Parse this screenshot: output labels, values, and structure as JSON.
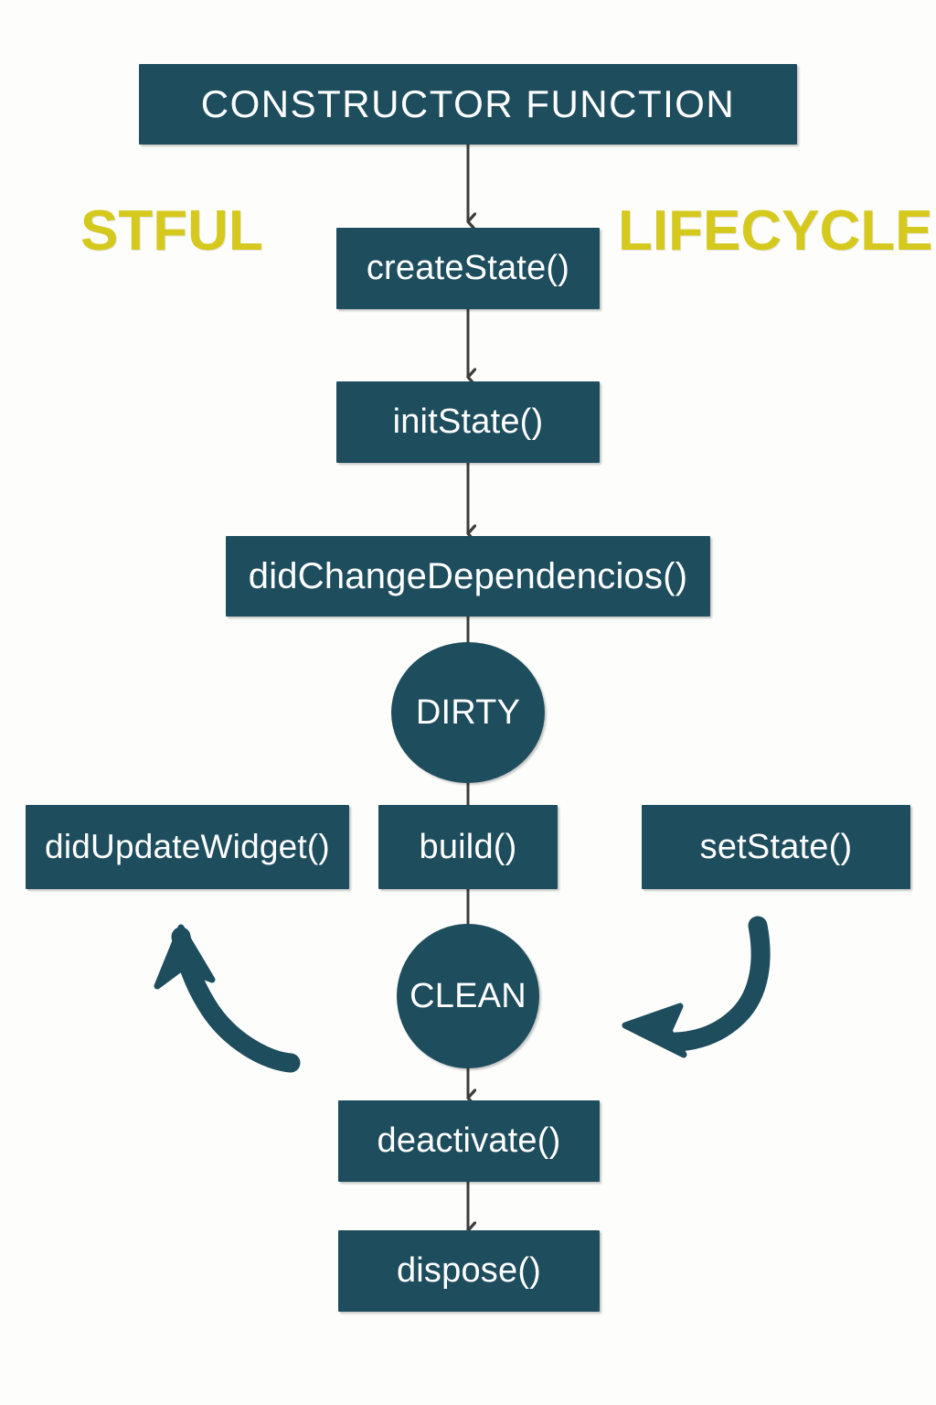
{
  "diagram": {
    "title_label": "CONSTRUCTOR FUNCTION",
    "side_labels": {
      "left": "STFUL",
      "right": "LIFECYCLE"
    },
    "colors": {
      "node_fill": "#1e4d5e",
      "node_text": "#ffffff",
      "accent_yellow": "#d6c91d",
      "background": "#fdfdfb",
      "connector": "#3d3d3d"
    },
    "nodes": [
      {
        "id": "constructor",
        "label": "CONSTRUCTOR FUNCTION",
        "shape": "rect"
      },
      {
        "id": "createState",
        "label": "createState()",
        "shape": "rect"
      },
      {
        "id": "initState",
        "label": "initState()",
        "shape": "rect"
      },
      {
        "id": "didChangeDeps",
        "label": "didChangeDependencios()",
        "shape": "rect"
      },
      {
        "id": "dirty",
        "label": "DIRTY",
        "shape": "circle"
      },
      {
        "id": "didUpdate",
        "label": "didUpdateWidget()",
        "shape": "rect"
      },
      {
        "id": "build",
        "label": "build()",
        "shape": "rect"
      },
      {
        "id": "setState",
        "label": "setState()",
        "shape": "rect"
      },
      {
        "id": "clean",
        "label": "CLEAN",
        "shape": "circle"
      },
      {
        "id": "deactivate",
        "label": "deactivate()",
        "shape": "rect"
      },
      {
        "id": "dispose",
        "label": "dispose()",
        "shape": "rect"
      }
    ],
    "edges": [
      {
        "from": "constructor",
        "to": "createState",
        "style": "straight-arrow"
      },
      {
        "from": "createState",
        "to": "initState",
        "style": "straight-arrow"
      },
      {
        "from": "initState",
        "to": "didChangeDeps",
        "style": "straight-arrow"
      },
      {
        "from": "didChangeDeps",
        "to": "dirty",
        "style": "straight-line"
      },
      {
        "from": "dirty",
        "to": "build",
        "style": "straight-line"
      },
      {
        "from": "build",
        "to": "clean",
        "style": "straight-line"
      },
      {
        "from": "clean",
        "to": "deactivate",
        "style": "straight-arrow"
      },
      {
        "from": "deactivate",
        "to": "dispose",
        "style": "straight-arrow"
      },
      {
        "from": "clean",
        "to": "didUpdate",
        "style": "curved-arrow-left"
      },
      {
        "from": "setState",
        "to": "clean",
        "style": "curved-arrow-right"
      }
    ]
  }
}
